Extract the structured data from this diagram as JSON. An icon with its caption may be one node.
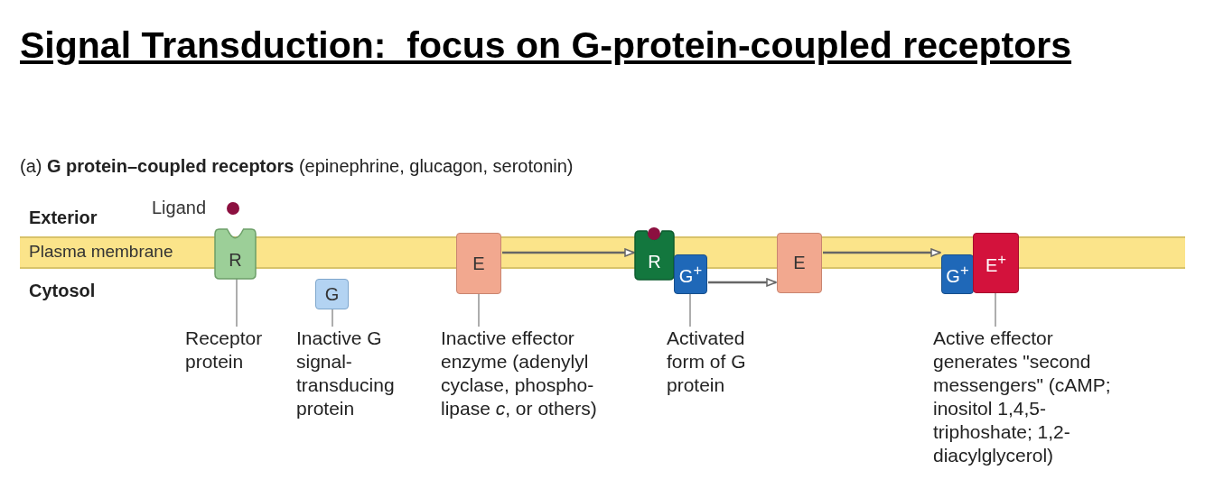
{
  "diagram": {
    "title": "Signal Transduction:  focus on G-protein-coupled receptors",
    "nodes": [
      {
        "text": [],
        "shape": "circle",
        "beside": [
          "Ligand"
        ]
      },
      {
        "text": [
          "R"
        ]
      },
      {
        "text": [
          "G"
        ]
      },
      {
        "text": [
          "E"
        ]
      },
      {
        "text": [
          "R"
        ]
      },
      {
        "text": [],
        "shape": "circle"
      },
      {
        "text": [
          "G$^{+}$"
        ]
      },
      {
        "text": [
          "E"
        ]
      },
      {
        "text": [
          "G$^{+}$"
        ]
      },
      {
        "text": [
          "E$^{+}$"
        ]
      },
      {
        "text": [
          "Receptor protein"
        ]
      },
      {
        "text": [
          "Inactive G signal-transducing protein"
        ]
      },
      {
        "text": [
          "Inactive effector enzyme (adenylyl cyclase, phospho-lipase *c*, or others)"
        ]
      },
      {
        "text": [
          "Activated form of G protein"
        ]
      },
      {
        "text": [
          "Active effector generates \"second messengers\" (cAMP; inositol 1,4,5-triphoshate; 1,2-diacylglycerol)"
        ]
      }
    ],
    "edges": [
      {
        "from": 10,
        "to": 1,
        "arrow": "none"
      },
      {
        "from": 11,
        "to": 2,
        "arrow": "none"
      },
      {
        "from": 12,
        "to": 3,
        "arrow": "none"
      },
      {
        "from": 3,
        "to": 4,
        "arrow": "to"
      },
      {
        "from": 13,
        "to": 6,
        "arrow": "none"
      },
      {
        "from": 6,
        "to": 7,
        "arrow": "to"
      },
      {
        "from": 7,
        "to": 8,
        "arrow": "to"
      },
      {
        "from": 14,
        "to": 9,
        "arrow": "none"
      }
    ],
    "labels": [
      "(a) **G protein–coupled receptors** (epinephrine, glucagon, serotonin)",
      "Exterior",
      "Plasma membrane",
      "Cytosol"
    ]
  }
}
